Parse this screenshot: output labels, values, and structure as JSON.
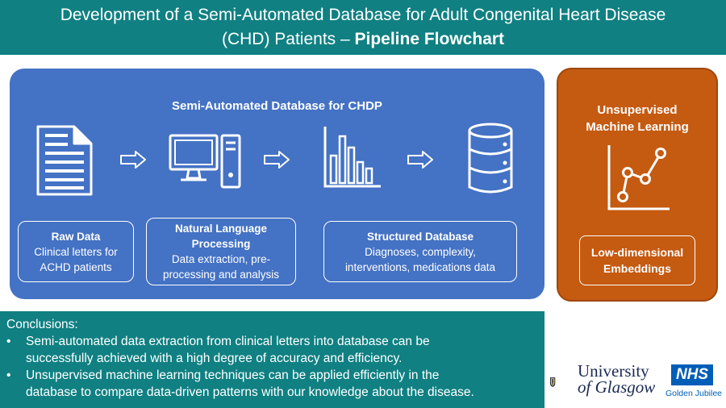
{
  "header": {
    "title_line1": "Development of a Semi-Automated Database for Adult Congenital Heart Disease",
    "title_line2_plain": "(CHD) Patients – ",
    "title_line2_bold": "Pipeline Flowchart"
  },
  "pipeline": {
    "title": "Semi-Automated Database for CHDP",
    "boxes": [
      {
        "title": "Raw Data",
        "lines": [
          "Clinical letters for",
          "ACHD patients"
        ]
      },
      {
        "title_lines": [
          "Natural Language",
          "Processing"
        ],
        "lines": [
          "Data extraction, pre-",
          "processing and analysis"
        ]
      },
      {
        "title": "Structured Database",
        "lines": [
          "Diagnoses, complexity,",
          "interventions, medications data"
        ]
      }
    ]
  },
  "ml": {
    "title_lines": [
      "Unsupervised",
      "Machine Learning"
    ],
    "box_lines": [
      "Low-dimensional",
      "Embeddings"
    ]
  },
  "conclusions": {
    "heading": "Conclusions:",
    "bullet_symbol": "•",
    "items": [
      {
        "lines": [
          "Semi-automated data extraction from clinical letters into database can be",
          "successfully achieved with a high degree of accuracy and efficiency."
        ]
      },
      {
        "lines": [
          "Unsupervised machine learning techniques can be applied efficiently in the",
          "database to compare data-driven patterns with our knowledge about the disease."
        ]
      }
    ]
  },
  "logos": {
    "university_line1": "University",
    "university_line2": "of Glasgow",
    "nhs": "NHS",
    "nhs_sub": "Golden Jubilee"
  },
  "icons": {
    "document": "document-icon",
    "computer": "computer-icon",
    "bar_chart": "bar-chart-icon",
    "database": "database-icon",
    "line_chart": "line-chart-icon",
    "arrow": "arrow-right-icon"
  },
  "colors": {
    "header_teal": "#108082",
    "pipeline_blue": "#4472c4",
    "ml_orange": "#c55a11",
    "nhs_blue": "#005eb8"
  }
}
